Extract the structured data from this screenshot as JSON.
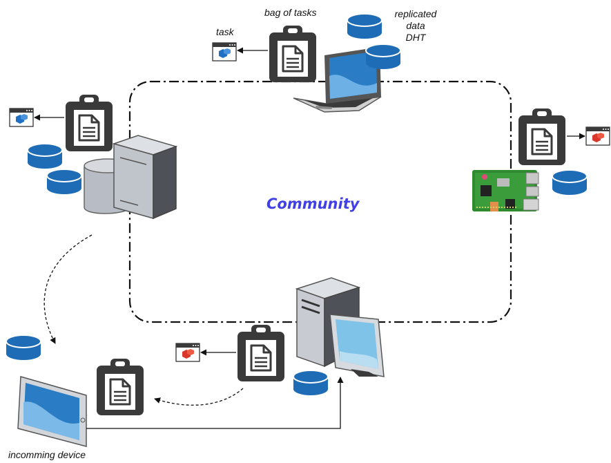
{
  "labels": {
    "bag_of_tasks": "bag of tasks",
    "task": "task",
    "replicated": "replicated",
    "data": "data",
    "dht": "DHT",
    "community": "Community",
    "incomming_device": "incomming device"
  },
  "colors": {
    "clipboard": "#3a3a3a",
    "database": "#1e6cb5",
    "task_blue": "#1f6fc5",
    "task_red": "#d9372b",
    "community_text": "#4040e6",
    "boundary": "#111111"
  },
  "icons": [
    "clipboard-icon",
    "database-icon",
    "task-window-icon",
    "laptop-icon",
    "server-icon",
    "desktop-computer-icon",
    "tablet-icon",
    "raspberry-pi-icon"
  ]
}
